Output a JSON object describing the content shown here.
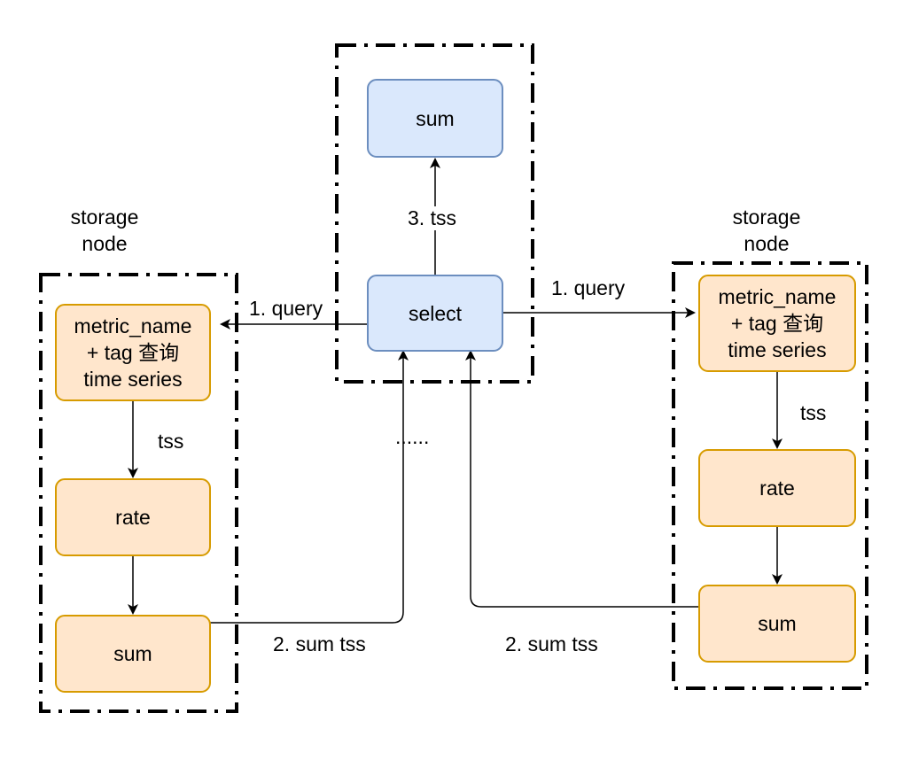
{
  "groups": {
    "left_title": [
      "storage",
      "node"
    ],
    "right_title": [
      "storage",
      "node"
    ]
  },
  "nodes": {
    "coordinator_sum": "sum",
    "coordinator_select": "select",
    "left_lookup": [
      "metric_name",
      "+ tag 查询",
      "time series"
    ],
    "left_rate": "rate",
    "left_sum": "sum",
    "right_lookup": [
      "metric_name",
      "+ tag 查询",
      "time series"
    ],
    "right_rate": "rate",
    "right_sum": "sum"
  },
  "edge_labels": {
    "query_left": "1. query",
    "query_right": "1. query",
    "tss_up": "3. tss",
    "tss_left": "tss",
    "tss_right": "tss",
    "sum_tss_left": "2. sum tss",
    "sum_tss_right": "2. sum tss",
    "ellipsis": "......"
  },
  "colors": {
    "orange_fill": "#ffe6cc",
    "orange_stroke": "#d79b00",
    "blue_fill": "#dae8fc",
    "blue_stroke": "#6c8ebf"
  }
}
